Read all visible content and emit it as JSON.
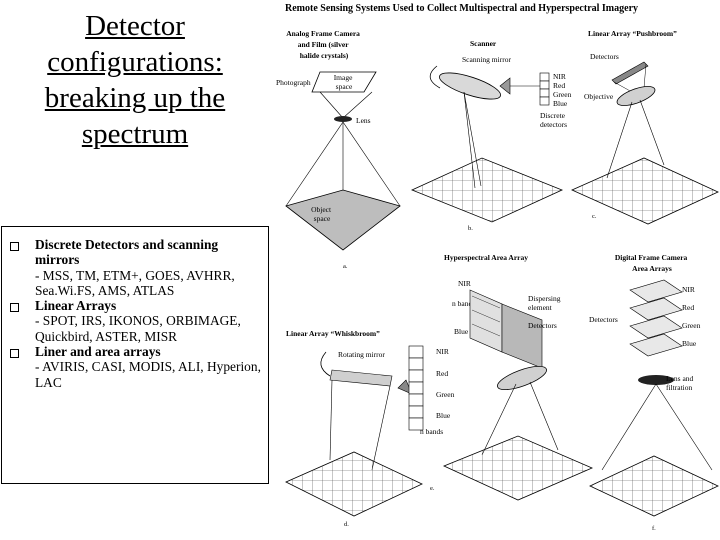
{
  "slide": {
    "title": "Detector configurations: breaking up the spectrum",
    "bullets": [
      {
        "head": "Discrete Detectors and scanning mirrors",
        "sub": "- MSS, TM, ETM+, GOES, AVHRR, Sea.Wi.FS, AMS, ATLAS"
      },
      {
        "head": "Linear Arrays",
        "sub": "- SPOT, IRS, IKONOS, ORBIMAGE, Quickbird, ASTER, MISR"
      },
      {
        "head": "Liner and area arrays",
        "sub": "- AVIRIS, CASI, MODIS, ALI, Hyperion, LAC"
      }
    ]
  },
  "figure": {
    "title": "Remote Sensing Systems Used to Collect Multispectral and Hyperspectral Imagery",
    "panel_a": {
      "heading": [
        "Analog Frame Camera",
        "and Film (silver",
        "halide crystals)"
      ],
      "photograph": "Photograph",
      "image_space": [
        "Image",
        "space"
      ],
      "lens": "Lens",
      "object_space": [
        "Object",
        "space"
      ],
      "letter": "a."
    },
    "panel_b": {
      "heading": "Scanner",
      "scanning_mirror": "Scanning mirror",
      "bands": [
        "NIR",
        "Red",
        "Green",
        "Blue"
      ],
      "discrete_detectors": [
        "Discrete",
        "detectors"
      ],
      "letter": "b."
    },
    "panel_c": {
      "heading": "Linear Array “Pushbroom”",
      "detectors": "Detectors",
      "objective": "Objective",
      "letter": "c."
    },
    "panel_d": {
      "heading": "Linear Array “Whiskbroom”",
      "rotating_mirror": "Rotating mirror",
      "bands": [
        "NIR",
        "Red",
        "Green",
        "Blue"
      ],
      "n_bands": "n bands",
      "letter": "d."
    },
    "panel_e": {
      "heading": "Hyperspectral Area Array",
      "nir": "NIR",
      "n_bands": "n bands",
      "blue": "Blue",
      "dispersing": [
        "Dispersing",
        "element"
      ],
      "detectors": "Detectors",
      "letter": "e."
    },
    "panel_f": {
      "heading": [
        "Digital Frame Camera",
        "Area Arrays"
      ],
      "bands": [
        "NIR",
        "Red",
        "Green",
        "Blue"
      ],
      "detectors": "Detectors",
      "lens_filtration": [
        "Lens and",
        "filtration"
      ],
      "letter": "f."
    }
  }
}
